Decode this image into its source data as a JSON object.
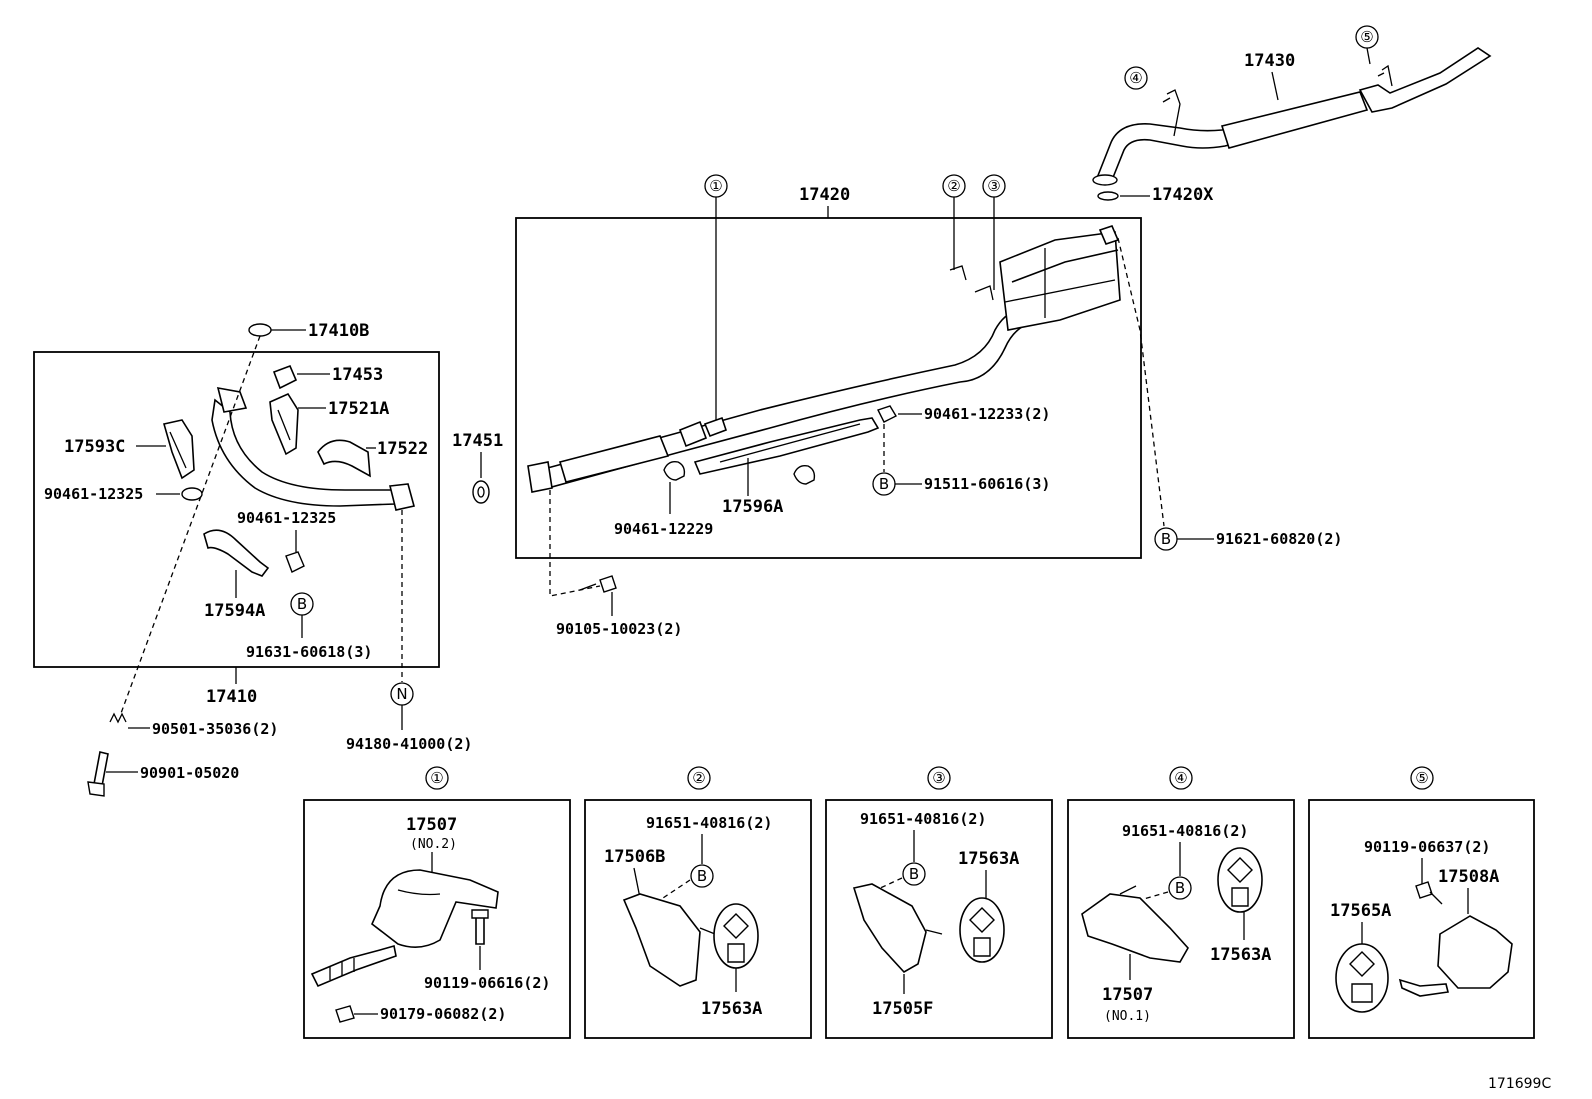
{
  "callouts": {
    "c1": "①",
    "c2": "②",
    "c3": "③",
    "c4": "④",
    "c5": "⑤",
    "b": "B",
    "n": "N"
  },
  "top": {
    "p17430": "17430",
    "p17420x": "17420X",
    "p17420": "17420",
    "p90461_12233": "90461-12233(2)",
    "p91511_60616": "91511-60616(3)",
    "p17596a": "17596A",
    "p90461_12229": "90461-12229",
    "p91621_60820": "91621-60820(2)",
    "p90105_10023": "90105-10023(2)",
    "p17451": "17451"
  },
  "left": {
    "p17410b": "17410B",
    "p17453": "17453",
    "p17521a": "17521A",
    "p17522": "17522",
    "p17593c": "17593C",
    "p90461_12325a": "90461-12325",
    "p90461_12325b": "90461-12325",
    "p17594a": "17594A",
    "p91631_60618": "91631-60618(3)",
    "p17410": "17410",
    "p90501_35036": "90501-35036(2)",
    "p90901_05020": "90901-05020",
    "p94180_41000": "94180-41000(2)"
  },
  "details": {
    "d1": {
      "p17507": "17507",
      "sub": "(NO.2)",
      "bolt": "90119-06616(2)",
      "clip": "90179-06082(2)"
    },
    "d2": {
      "bolt": "91651-40816(2)",
      "bracket": "17506B",
      "hanger": "17563A"
    },
    "d3": {
      "bolt": "91651-40816(2)",
      "hanger": "17563A",
      "bracket": "17505F"
    },
    "d4": {
      "bolt": "91651-40816(2)",
      "hanger": "17563A",
      "bracket": "17507",
      "sub": "(NO.1)"
    },
    "d5": {
      "bolt": "90119-06637(2)",
      "bracket": "17508A",
      "hanger": "17565A"
    }
  },
  "ref_code": "171699C"
}
